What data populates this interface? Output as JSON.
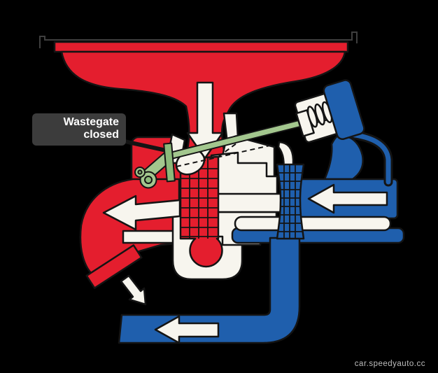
{
  "diagram": {
    "type": "turbocharger-wastegate-diagram",
    "label": {
      "line1": "Wastegate",
      "line2": "closed"
    },
    "watermark": "car.speedyauto.cc",
    "colors": {
      "background": "#000000",
      "exhaust_red": "#e41e2e",
      "intake_blue": "#1f5fad",
      "rod_green": "#a3c78e",
      "valve_green": "#8cba7a",
      "housing_white": "#f7f5ee",
      "outline": "#141414",
      "label_bg": "#3c3c3c",
      "label_text": "#ffffff",
      "watermark_text": "#bdbdbd",
      "bracket": "#3f3f3f"
    },
    "flows": [
      {
        "name": "exhaust-in",
        "color_key": "exhaust_red",
        "direction": "down"
      },
      {
        "name": "exhaust-to-outlet",
        "color_key": "exhaust_red",
        "direction": "left"
      },
      {
        "name": "exhaust-exit",
        "color_key": "exhaust_red",
        "direction": "down-right"
      },
      {
        "name": "intake-air-in",
        "color_key": "intake_blue",
        "direction": "left"
      },
      {
        "name": "charge-air-out",
        "color_key": "intake_blue",
        "direction": "left"
      }
    ],
    "parts": [
      "engine-flange",
      "exhaust-manifold-flange",
      "exhaust-funnel",
      "wastegate-chamber",
      "wastegate-valve",
      "wastegate-lever",
      "wastegate-port",
      "actuator-rod",
      "actuator-body",
      "actuator-spring",
      "actuator-cap",
      "boost-signal-tube",
      "turbine-wheel",
      "shaft",
      "bearing-housing",
      "compressor-wheel",
      "compressor-inlet-duct",
      "compressor-outlet",
      "charge-air-pipe",
      "exhaust-outlet-elbow",
      "outlet-flange"
    ]
  }
}
